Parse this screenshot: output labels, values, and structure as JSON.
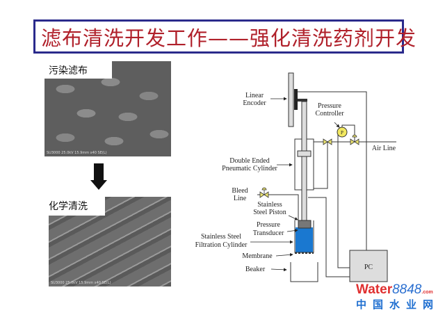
{
  "title": "滤布清洗开发工作——强化清洗药剂开发",
  "images": [
    {
      "label": "污染滤布",
      "caption": "SU3000 25.0kV 15.9mm x40 SE(L)"
    },
    {
      "label": "化学清洗",
      "caption": "SU3000 25.0kV 15.9mm x40 SE(L)"
    }
  ],
  "diagram": {
    "labels": {
      "linear_encoder_1": "Linear",
      "linear_encoder_2": "Encoder",
      "pressure_controller_1": "Pressure",
      "pressure_controller_2": "Controller",
      "gauge": "P",
      "air_line": "Air Line",
      "double_ended_1": "Double Ended",
      "double_ended_2": "Pneumatic Cylinder",
      "bleed_1": "Bleed",
      "bleed_2": "Line",
      "piston_1": "Stainless",
      "piston_2": "Steel Piston",
      "transducer_1": "Pressure",
      "transducer_2": "Transducer",
      "filtration_1": "Stainless Steel",
      "filtration_2": "Filtration Cylinder",
      "membrane": "Membrane",
      "beaker": "Beaker",
      "pc": "PC"
    },
    "colors": {
      "fluid": "#1a78d0",
      "valve": "#e8e070",
      "line": "#333333"
    }
  },
  "watermark": {
    "brand_a": "Water",
    "brand_b": "8848",
    "brand_c": ".com",
    "cn": "中国水业网"
  }
}
